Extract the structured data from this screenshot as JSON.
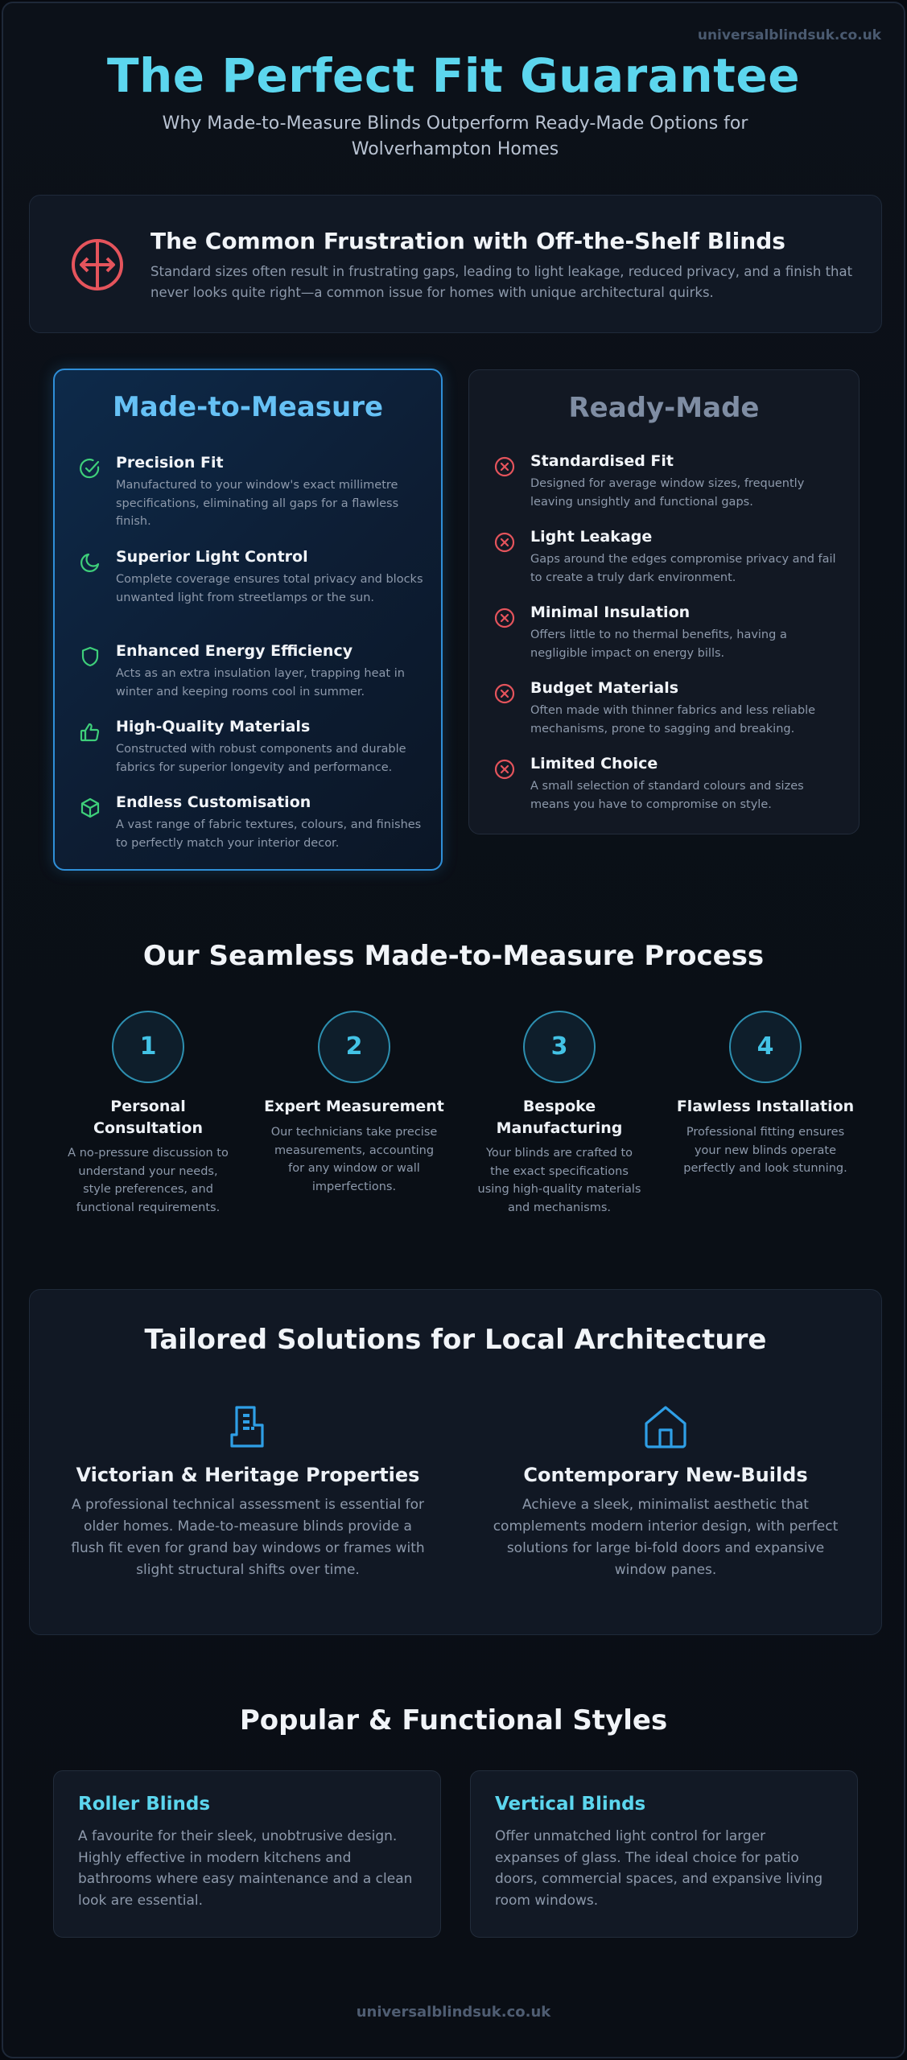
{
  "site": {
    "domain_top": "universalblindsuk.co.uk",
    "domain_bottom": "universalblindsuk.co.uk"
  },
  "header": {
    "title": "The Perfect Fit Guarantee",
    "subtitle": "Why Made-to-Measure Blinds Outperform Ready-Made Options for Wolverhampton Homes"
  },
  "frustration": {
    "icon": "no-fit-arrows-icon",
    "heading": "The Common Frustration with Off-the-Shelf Blinds",
    "text": "Standard sizes often result in frustrating gaps, leading to light leakage, reduced privacy, and a finish that never looks quite right—a common issue for homes with unique architectural quirks."
  },
  "comparison": {
    "made_to_measure": {
      "title": "Made-to-Measure",
      "items": [
        {
          "icon": "check-circle-icon",
          "title": "Precision Fit",
          "text": "Manufactured to your window's exact millimetre specifications, eliminating all gaps for a flawless finish."
        },
        {
          "icon": "moon-icon",
          "title": "Superior Light Control",
          "text": "Complete coverage ensures total privacy and blocks unwanted light from streetlamps or the sun."
        },
        {
          "icon": "shield-icon",
          "title": "Enhanced Energy Efficiency",
          "text": "Acts as an extra insulation layer, trapping heat in winter and keeping rooms cool in summer."
        },
        {
          "icon": "thumbs-up-icon",
          "title": "High-Quality Materials",
          "text": "Constructed with robust components and durable fabrics for superior longevity and performance."
        },
        {
          "icon": "cube-icon",
          "title": "Endless Customisation",
          "text": "A vast range of fabric textures, colours, and finishes to perfectly match your interior decor."
        }
      ]
    },
    "ready_made": {
      "title": "Ready-Made",
      "items": [
        {
          "icon": "x-circle-icon",
          "title": "Standardised Fit",
          "text": "Designed for average window sizes, frequently leaving unsightly and functional gaps."
        },
        {
          "icon": "x-circle-icon",
          "title": "Light Leakage",
          "text": "Gaps around the edges compromise privacy and fail to create a truly dark environment."
        },
        {
          "icon": "x-circle-icon",
          "title": "Minimal Insulation",
          "text": "Offers little to no thermal benefits, having a negligible impact on energy bills."
        },
        {
          "icon": "x-circle-icon",
          "title": "Budget Materials",
          "text": "Often made with thinner fabrics and less reliable mechanisms, prone to sagging and breaking."
        },
        {
          "icon": "x-circle-icon",
          "title": "Limited Choice",
          "text": "A small selection of standard colours and sizes means you have to compromise on style."
        }
      ]
    }
  },
  "process": {
    "title": "Our Seamless Made-to-Measure Process",
    "steps": [
      {
        "number": "1",
        "title": "Personal Consultation",
        "text": "A no-pressure discussion to understand your needs, style preferences, and functional requirements."
      },
      {
        "number": "2",
        "title": "Expert Measurement",
        "text": "Our technicians take precise measurements, accounting for any window or wall imperfections."
      },
      {
        "number": "3",
        "title": "Bespoke Manufacturing",
        "text": "Your blinds are crafted to the exact specifications using high-quality materials and mechanisms."
      },
      {
        "number": "4",
        "title": "Flawless Installation",
        "text": "Professional fitting ensures your new blinds operate perfectly and look stunning."
      }
    ]
  },
  "architecture": {
    "title": "Tailored Solutions for Local Architecture",
    "items": [
      {
        "icon": "building-icon",
        "title": "Victorian & Heritage Properties",
        "text": "A professional technical assessment is essential for older homes. Made-to-measure blinds provide a flush fit even for grand bay windows or frames with slight structural shifts over time."
      },
      {
        "icon": "house-icon",
        "title": "Contemporary New-Builds",
        "text": "Achieve a sleek, minimalist aesthetic that complements modern interior design, with perfect solutions for large bi-fold doors and expansive window panes."
      }
    ]
  },
  "styles": {
    "title": "Popular & Functional Styles",
    "items": [
      {
        "title": "Roller Blinds",
        "text": "A favourite for their sleek, unobtrusive design. Highly effective in modern kitchens and bathrooms where easy maintenance and a clean look are essential."
      },
      {
        "title": "Vertical Blinds",
        "text": "Offer unmatched light control for larger expanses of glass. The ideal choice for patio doors, commercial spaces, and expansive living room windows."
      }
    ]
  },
  "colors": {
    "accent_cyan": "#5cd6ee",
    "accent_blue": "#66c1f5",
    "positive_green": "#3ecf7a",
    "negative_red": "#e5545c",
    "background": "#0b1017"
  }
}
